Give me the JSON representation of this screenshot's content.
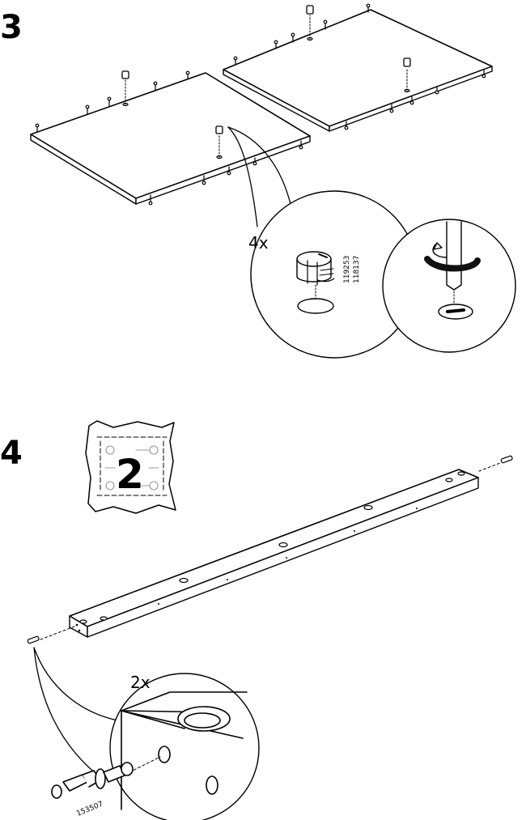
{
  "steps": [
    {
      "number": "3",
      "quantity": "4x",
      "part_codes": [
        "119253",
        "118137"
      ]
    },
    {
      "number": "4",
      "bag_number": "2",
      "quantity": "2x",
      "part_code": "153507"
    }
  ]
}
